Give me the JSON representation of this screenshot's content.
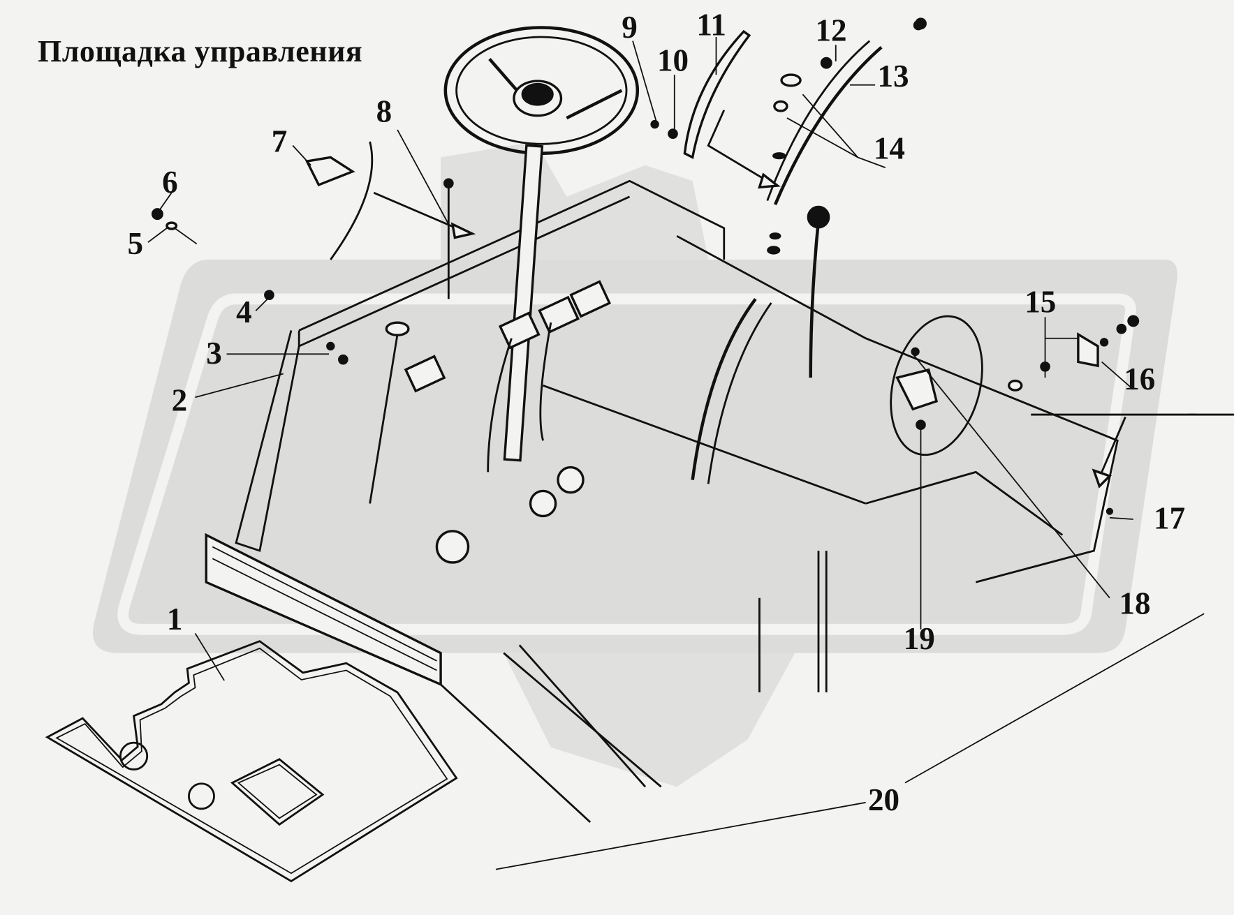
{
  "title": "Площадка управления",
  "watermark": {
    "shape": "gear-logo",
    "color": "#dcdcdb"
  },
  "colors": {
    "background": "#f3f3f1",
    "ink": "#111111",
    "watermark": "#dcdcdb"
  },
  "callouts": [
    {
      "number": "1",
      "part": "floor-mat"
    },
    {
      "number": "2",
      "part": "side-panel"
    },
    {
      "number": "3",
      "part": "bolt-washer"
    },
    {
      "number": "4",
      "part": "bolt"
    },
    {
      "number": "5",
      "part": "washer"
    },
    {
      "number": "6",
      "part": "nut"
    },
    {
      "number": "7",
      "part": "bracket"
    },
    {
      "number": "8",
      "part": "lever"
    },
    {
      "number": "9",
      "part": "bolt"
    },
    {
      "number": "10",
      "part": "nut"
    },
    {
      "number": "11",
      "part": "sector-strip"
    },
    {
      "number": "12",
      "part": "nut"
    },
    {
      "number": "13",
      "part": "toothed-sector"
    },
    {
      "number": "14",
      "part": "bolts"
    },
    {
      "number": "15",
      "part": "fastener-set"
    },
    {
      "number": "16",
      "part": "clamp"
    },
    {
      "number": "17",
      "part": "screw"
    },
    {
      "number": "18",
      "part": "cover-panel"
    },
    {
      "number": "19",
      "part": "bracket-assembly"
    },
    {
      "number": "20",
      "part": "platform"
    }
  ]
}
